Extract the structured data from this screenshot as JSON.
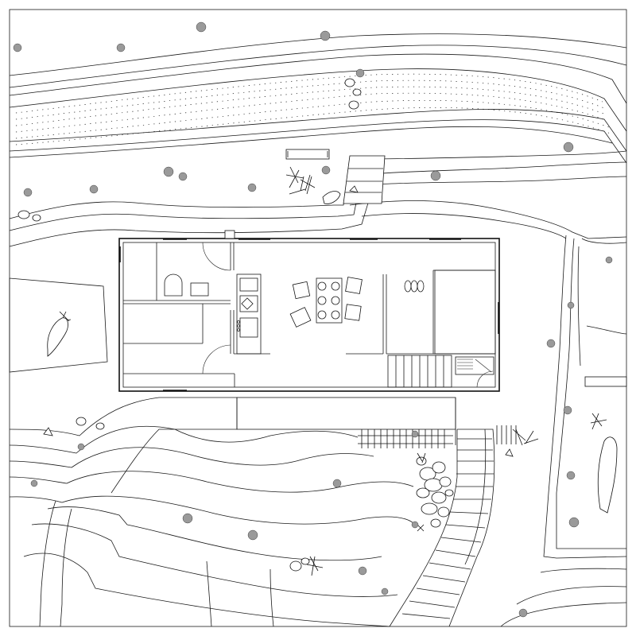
{
  "drawing": {
    "type": "architectural site plan",
    "stroke_color": "#1a1a1a",
    "background_color": "#ffffff",
    "tree_fill_color": "#9a9a9a"
  },
  "symbols": {
    "trees": "tree-symbol",
    "rocks": "rock-cluster",
    "shrubs": "shrub-sketch",
    "benches": "bench-icon",
    "bed": "bed-icon",
    "table": "dining-table-icon",
    "chairs": "armchair-icon",
    "stairs": "stair-icon",
    "path": "stepped-path"
  }
}
